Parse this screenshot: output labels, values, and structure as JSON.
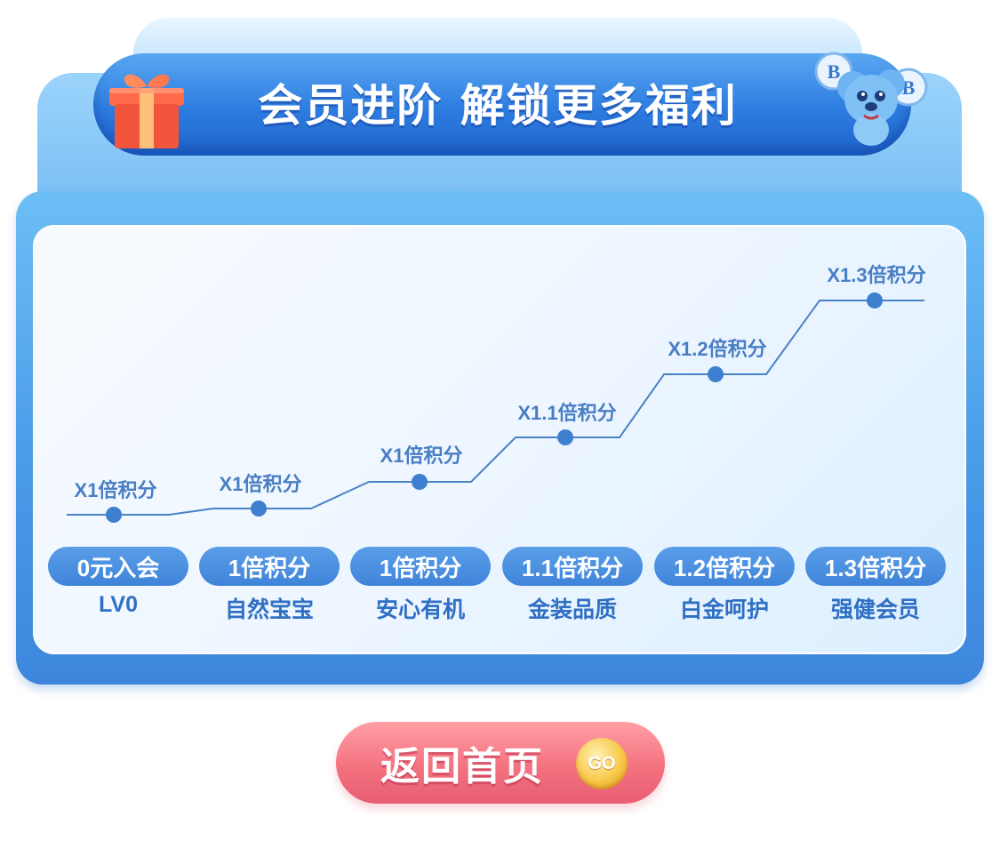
{
  "header": {
    "title": "会员进阶 解锁更多福利"
  },
  "levels": [
    {
      "multiplier": "X1倍积分",
      "badge": "0元入会",
      "name": "LV0"
    },
    {
      "multiplier": "X1倍积分",
      "badge": "1倍积分",
      "name": "自然宝宝"
    },
    {
      "multiplier": "X1倍积分",
      "badge": "1倍积分",
      "name": "安心有机"
    },
    {
      "multiplier": "X1.1倍积分",
      "badge": "1.1倍积分",
      "name": "金装品质"
    },
    {
      "multiplier": "X1.2倍积分",
      "badge": "1.2倍积分",
      "name": "白金呵护"
    },
    {
      "multiplier": "X1.3倍积分",
      "badge": "1.3倍积分",
      "name": "强健会员"
    }
  ],
  "home_button": {
    "label": "返回首页",
    "badge": "GO"
  },
  "colors": {
    "primary_blue": "#3f84d9",
    "line_blue": "#4a82c6",
    "button_pink": "#f47280",
    "coin_gold": "#f8c84a"
  },
  "icons": {
    "gift": "gift-box-icon",
    "mascot": "koala-mascot-icon"
  }
}
